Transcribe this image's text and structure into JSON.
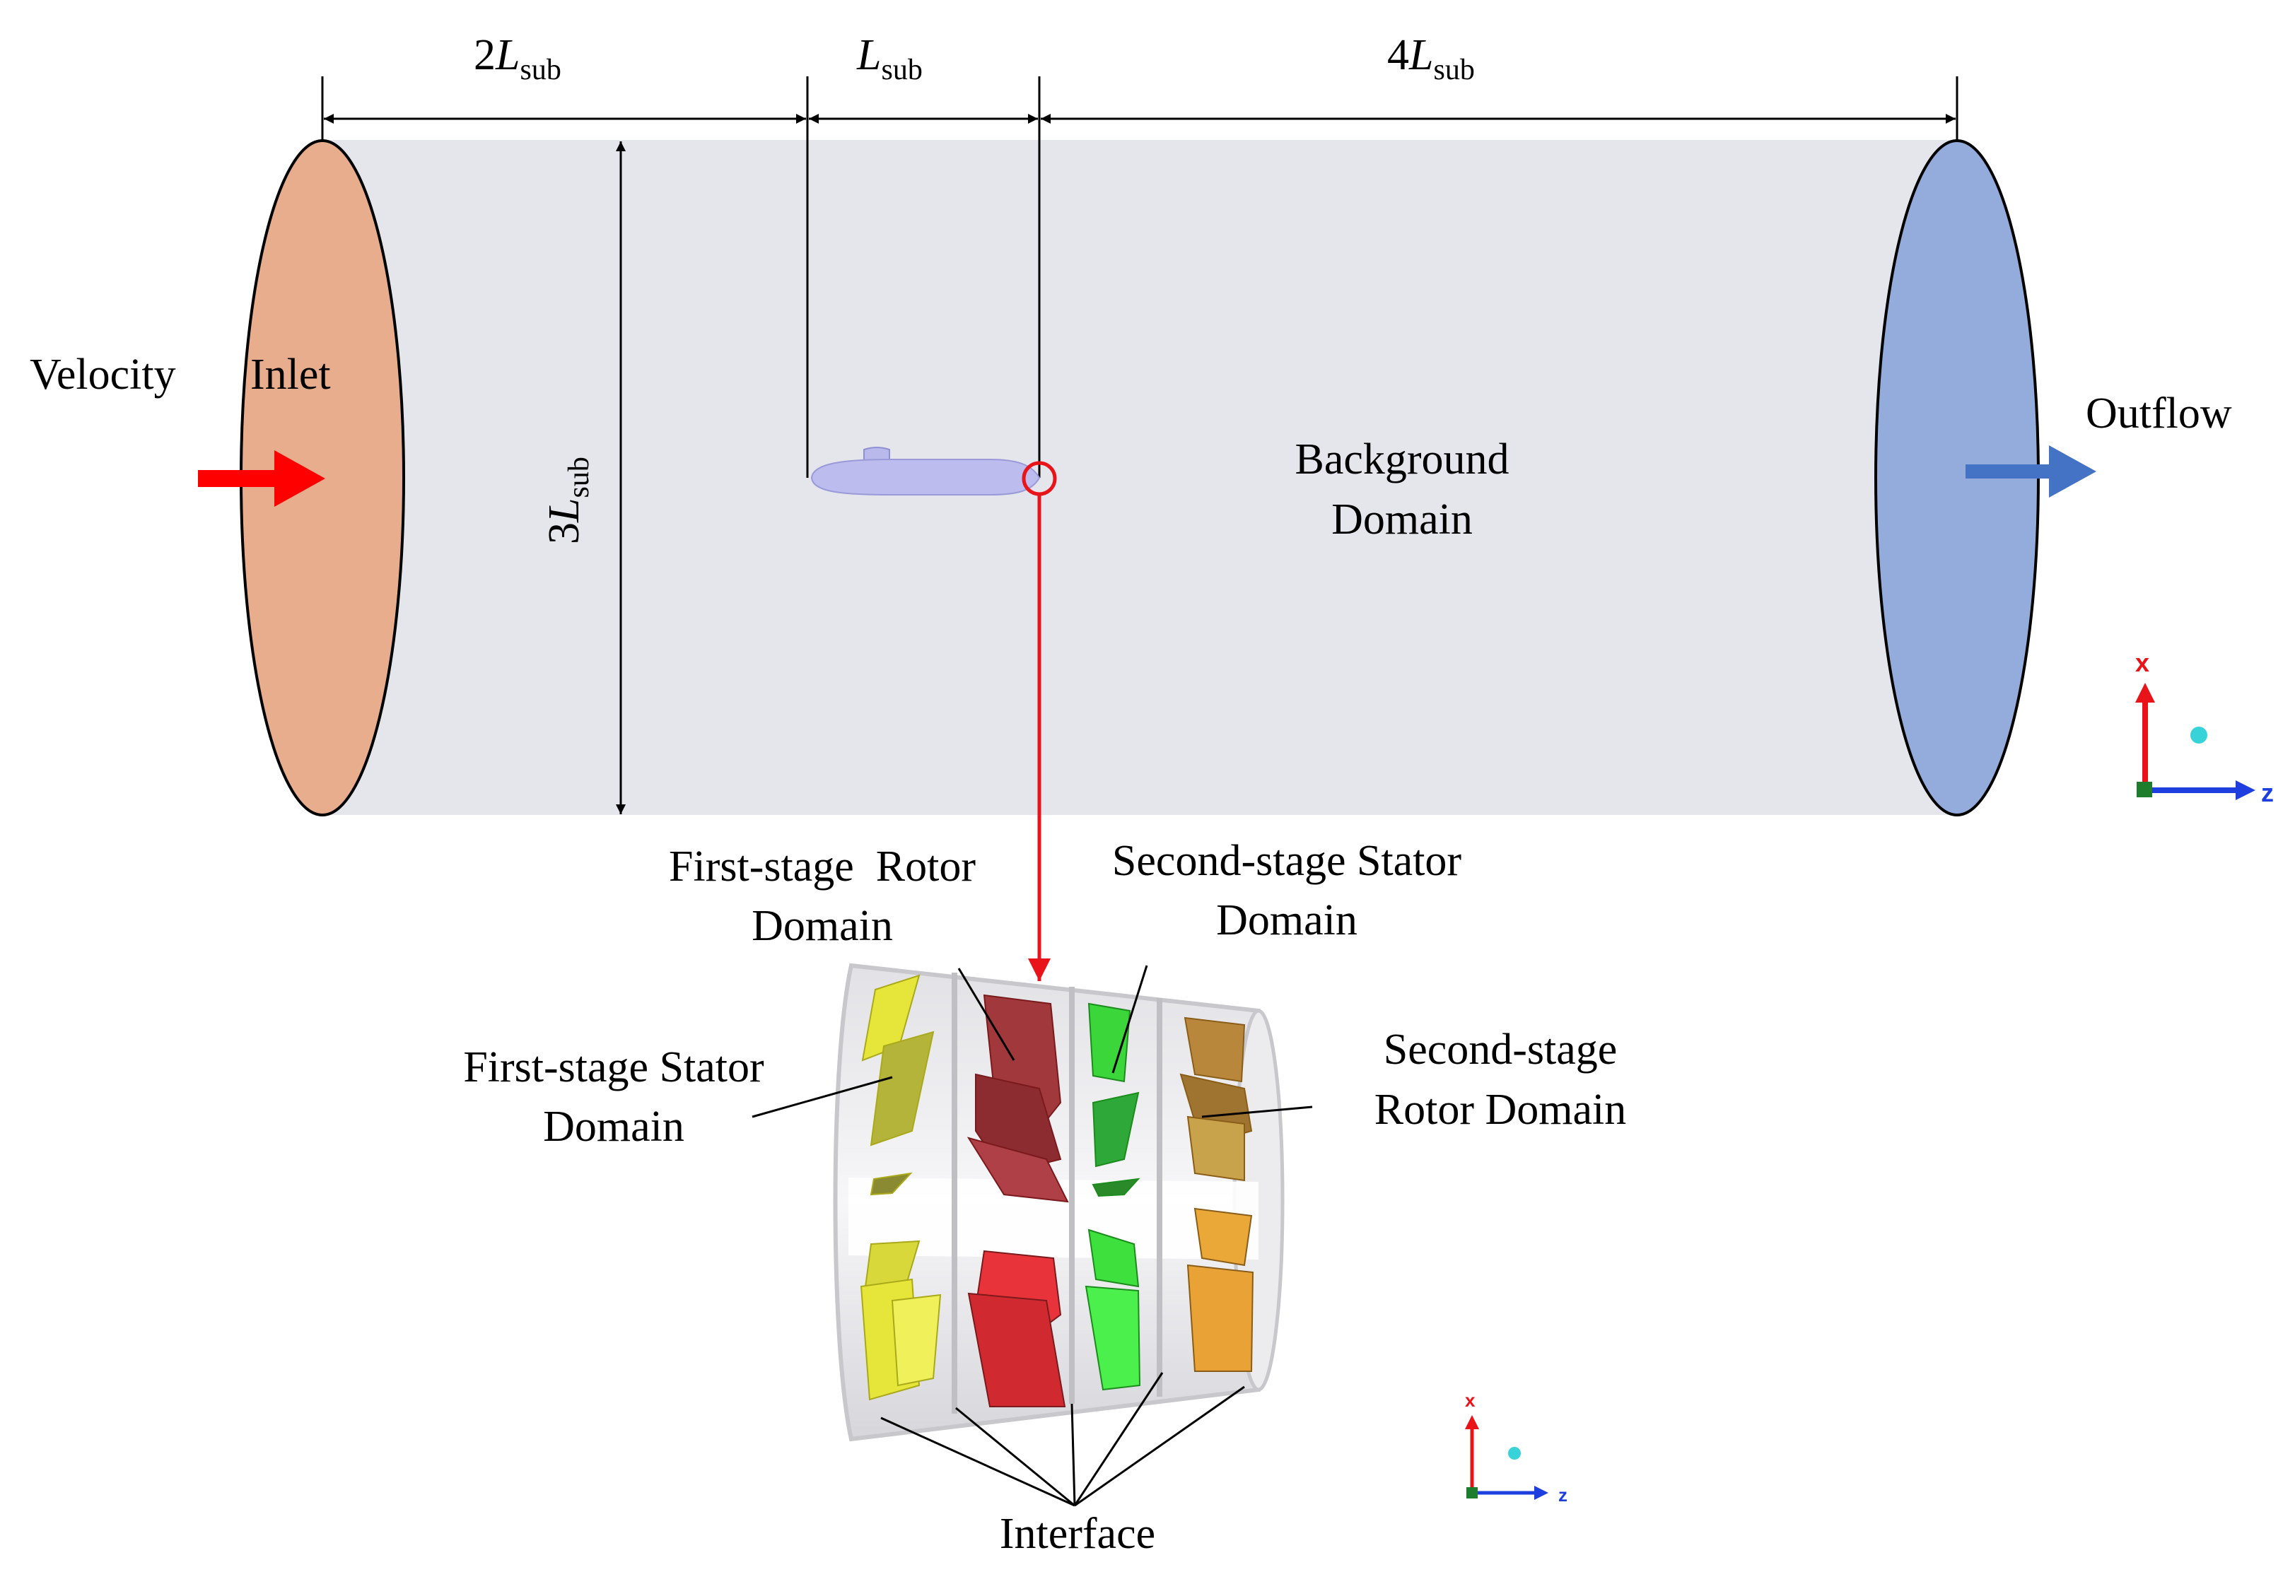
{
  "dimensions": {
    "upstream": {
      "coef": "2",
      "var": "L",
      "sub": "sub"
    },
    "hull": {
      "coef": "",
      "var": "L",
      "sub": "sub"
    },
    "downstream": {
      "coef": "4",
      "var": "L",
      "sub": "sub"
    },
    "diameter": {
      "coef": "3",
      "var": "L",
      "sub": "sub"
    }
  },
  "boundaries": {
    "inlet_word1": "Velocity",
    "inlet_word2": "Inlet",
    "outlet": "Outflow"
  },
  "domains": {
    "background_line1": "Background",
    "background_line2": "Domain",
    "first_rotor_line1": "First-stage  Rotor",
    "first_rotor_line2": "Domain",
    "second_stator_line1": "Second-stage Stator",
    "second_stator_line2": "Domain",
    "first_stator_line1": "First-stage Stator",
    "first_stator_line2": "Domain",
    "second_rotor_line1": "Second-stage",
    "second_rotor_line2": "Rotor Domain",
    "interface": "Interface"
  },
  "triad": {
    "x_label": "x",
    "z_label": "z"
  },
  "colors": {
    "inlet": "#e8ad8c",
    "outlet": "#93acdb",
    "domain": "#e5e6ec",
    "inlet_text": "#ff0000",
    "outlet_text": "#4472c4",
    "callout": "#e8141a",
    "first_stator": "#e6e63a",
    "first_rotor": "#c8282c",
    "second_stator": "#3ad63a",
    "second_rotor": "#e0a030"
  }
}
